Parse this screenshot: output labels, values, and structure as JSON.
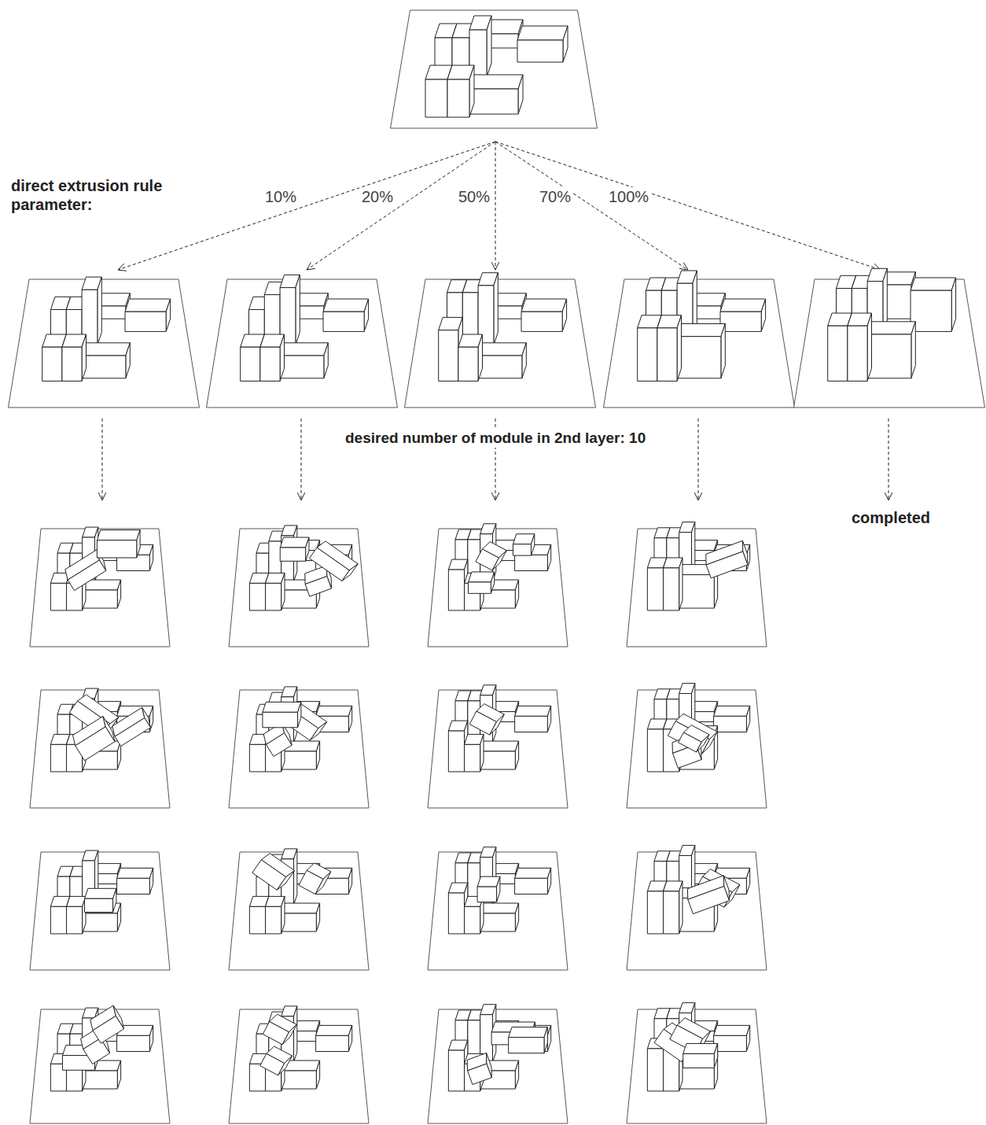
{
  "diagram": {
    "labels": [
      "direct extrusion rule parameter:",
      "10%",
      "20%",
      "50%",
      "70%",
      "100%",
      "desired number of module in 2nd layer: 10",
      "completed"
    ]
  }
}
